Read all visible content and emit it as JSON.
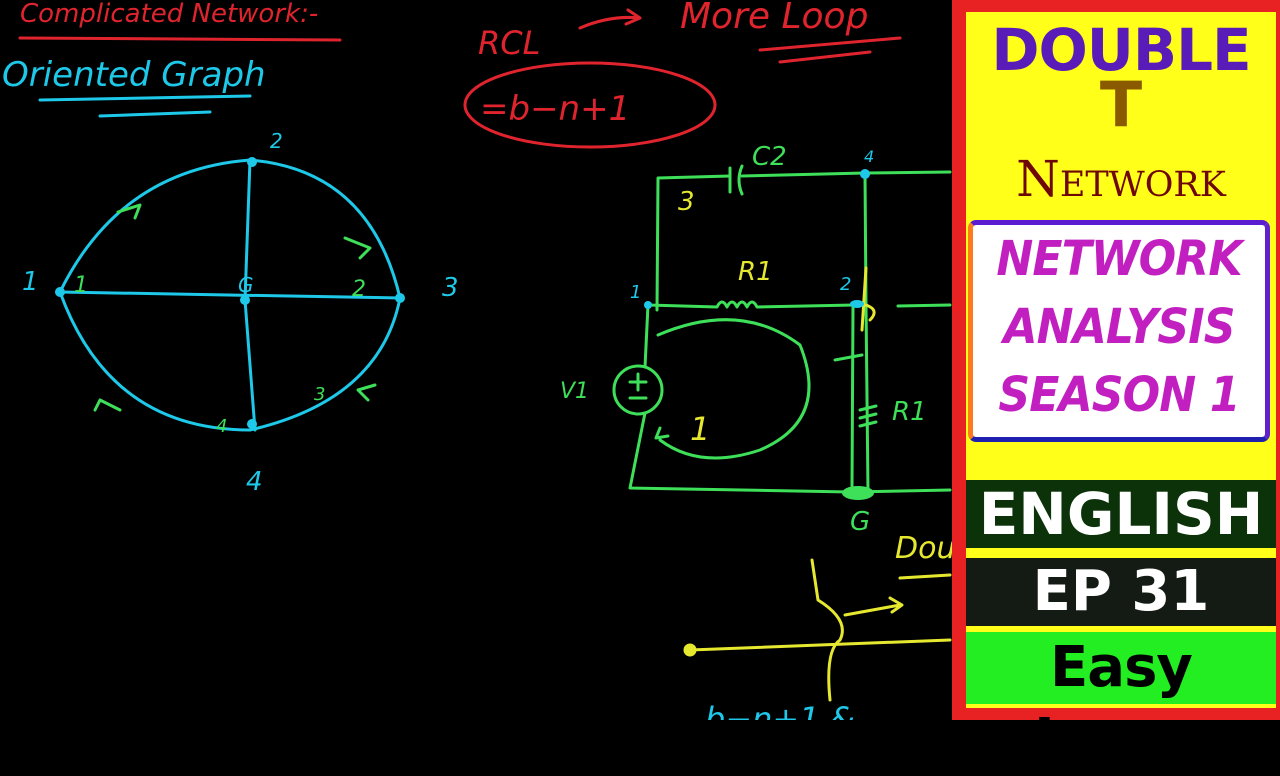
{
  "board": {
    "heading": "Complicated Network:-",
    "subheading": "Oriented Graph",
    "rcl": "RCL",
    "more_loop": "More Loop",
    "formula": "=b−n+1",
    "graph": {
      "nodes": [
        "1",
        "2",
        "3",
        "4",
        "G"
      ],
      "branches": [
        "1",
        "2",
        "3",
        "4"
      ]
    },
    "circuit": {
      "c2": "C2",
      "loop3": "3",
      "r1_top": "R1",
      "r1_right": "R1",
      "node1": "1",
      "node2": "2",
      "node4": "4",
      "v1": "V1",
      "loop1": "1",
      "ground": "G",
      "double_partial": "Dou",
      "bottom_formula": "b−n+1  &"
    },
    "colors": {
      "red": "#e0242e",
      "cyan": "#1ec8e8",
      "green": "#3ee05a",
      "yellow": "#e6e830"
    }
  },
  "thumbnail": {
    "title_line1": "DOUBLE",
    "title_line2": "T",
    "title_line3": "Network",
    "series_line1": "NETWORK",
    "series_line2": "ANALYSIS",
    "series_line3": "SEASON 1",
    "language": "ENGLISH",
    "episode": "EP 31",
    "channel": "Easy Learn"
  }
}
